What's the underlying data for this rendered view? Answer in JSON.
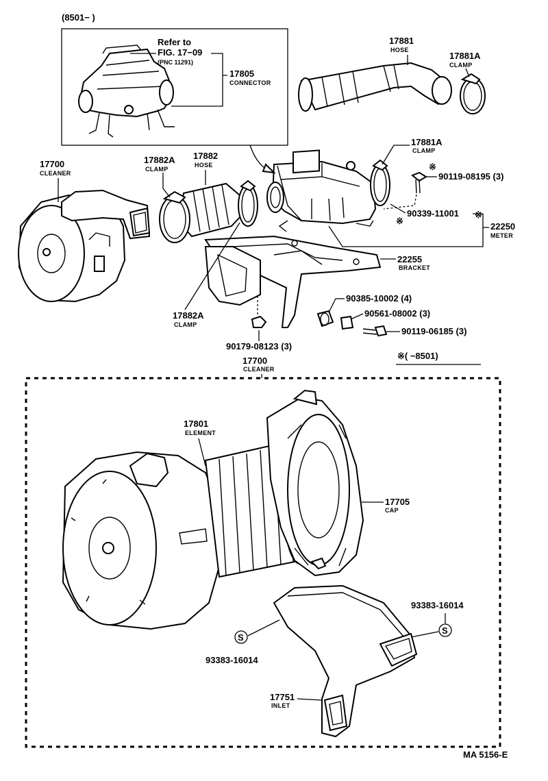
{
  "inset": {
    "range": "(8501−        )",
    "refer_line1": "Refer to",
    "refer_line2": "FIG. 17−09",
    "refer_line3": "(PNC 11291)",
    "connector_pn": "17805",
    "connector_name": "CONNECTOR"
  },
  "callouts": {
    "hose_17881_pn": "17881",
    "hose_17881_name": "HOSE",
    "clamp_17881A_top_pn": "17881A",
    "clamp_17881A_top_name": "CLAMP",
    "clamp_17881A_mid_pn": "17881A",
    "clamp_17881A_mid_name": "CLAMP",
    "bolt_90119_08195": "90119-08195 (3)",
    "mark_90119_08195": "※",
    "screw_90339_11001": "90339-11001",
    "mark_90339_11001": "※",
    "mark_90339_small": "※",
    "meter_pn": "22250",
    "meter_name": "METER",
    "cleaner_top_pn": "17700",
    "cleaner_top_name": "CLEANER",
    "clamp_17882A_top_pn": "17882A",
    "clamp_17882A_top_name": "CLAMP",
    "hose_17882_pn": "17882",
    "hose_17882_name": "HOSE",
    "bracket_pn": "22255",
    "bracket_name": "BRACKET",
    "clamp_17882A_bottom_pn": "17882A",
    "clamp_17882A_bottom_name": "CLAMP",
    "grommet_90385": "90385-10002 (4)",
    "collar_90561": "90561-08002 (3)",
    "bolt_90119_06185": "90119-06185 (3)",
    "nut_90179": "90179-08123 (3)",
    "range_bottom": "※(        −8501)"
  },
  "cleaner_detail": {
    "cleaner_pn": "17700",
    "cleaner_name": "CLEANER",
    "element_pn": "17801",
    "element_name": "ELEMENT",
    "cap_pn": "17705",
    "cap_name": "CAP",
    "screw_left": "93383-16014",
    "screw_right": "93383-16014",
    "s_mark_left": "S",
    "s_mark_right": "S",
    "inlet_pn": "17751",
    "inlet_name": "INLET"
  },
  "footer": {
    "code": "MA  5156-E"
  }
}
